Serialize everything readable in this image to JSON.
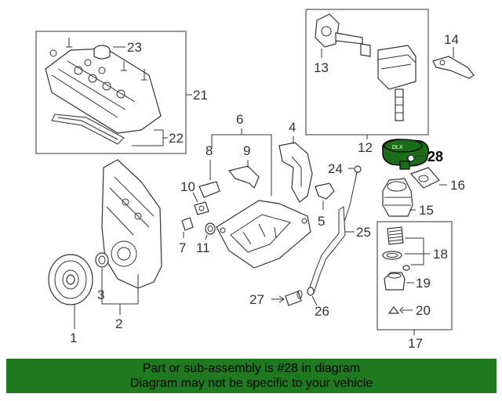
{
  "diagram": {
    "highlight_color": "#1a6e1a",
    "callouts": {
      "c1": "1",
      "c2": "2",
      "c3": "3",
      "c4": "4",
      "c5": "5",
      "c6": "6",
      "c7": "7",
      "c8": "8",
      "c9": "9",
      "c10": "10",
      "c11": "11",
      "c12": "12",
      "c13": "13",
      "c14": "14",
      "c15": "15",
      "c16": "16",
      "c17": "17",
      "c18": "18",
      "c19": "19",
      "c20": "20",
      "c21": "21",
      "c22": "22",
      "c23": "23",
      "c24": "24",
      "c25": "25",
      "c26": "26",
      "c27": "27",
      "c28": "28"
    }
  },
  "banner": {
    "line1": "Part or sub-assembly is #28 in diagram",
    "line2": "Diagram may not be specific to your vehicle",
    "color": "#1f7a1f"
  }
}
